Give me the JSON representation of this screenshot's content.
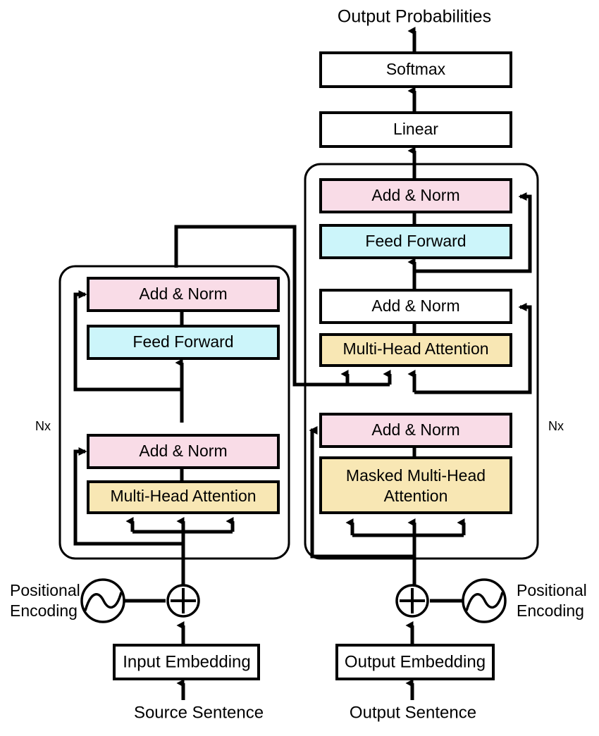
{
  "title": "Transformer Architecture Diagram",
  "colors": {
    "pink": "#f9dce7",
    "cyan": "#ccf5fa",
    "yellow": "#f8e7b4",
    "white": "#ffffff",
    "stroke": "#000000",
    "background": "#ffffff"
  },
  "top": {
    "output_probabilities": "Output Probabilities",
    "softmax": "Softmax",
    "linear": "Linear"
  },
  "encoder": {
    "stack_label": "Nx",
    "blocks": {
      "add_norm_top": "Add & Norm",
      "feed_forward": "Feed Forward",
      "add_norm_bottom": "Add & Norm",
      "multi_head_attention": "Multi-Head Attention"
    },
    "input": {
      "embedding": "Input Embedding",
      "sentence": "Source Sentence",
      "positional_encoding_line1": "Positional",
      "positional_encoding_line2": "Encoding"
    }
  },
  "decoder": {
    "stack_label": "Nx",
    "blocks": {
      "add_norm_top": "Add & Norm",
      "feed_forward": "Feed Forward",
      "add_norm_mid": "Add & Norm",
      "multi_head_attention": "Multi-Head Attention",
      "add_norm_bottom": "Add & Norm",
      "masked_attention_line1": "Masked Multi-Head",
      "masked_attention_line2": "Attention"
    },
    "input": {
      "embedding": "Output Embedding",
      "sentence": "Output Sentence",
      "positional_encoding_line1": "Positional",
      "positional_encoding_line2": "Encoding"
    }
  }
}
